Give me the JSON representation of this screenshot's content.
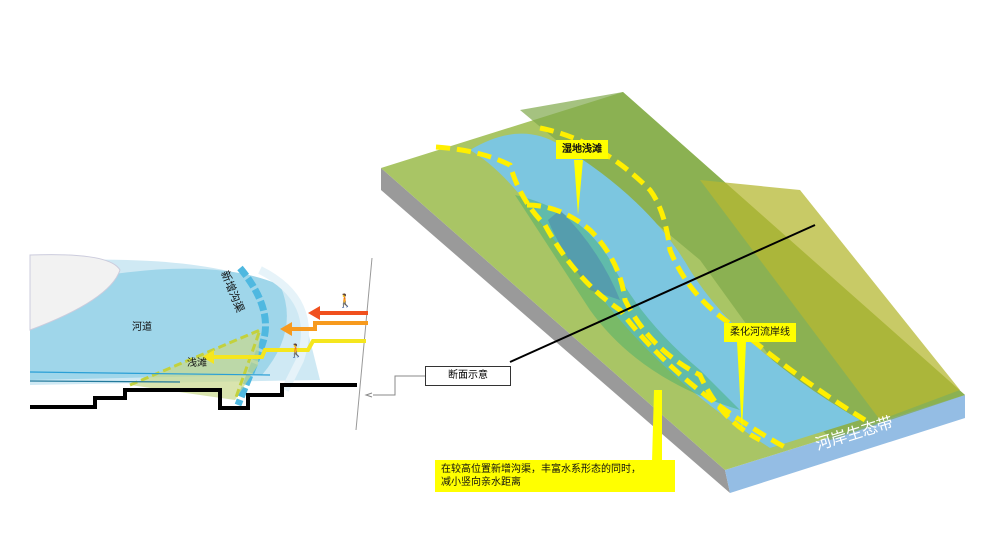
{
  "section": {
    "channel_label": "河道",
    "shoal_label": "浅滩",
    "ditch_label": "新增沟渠",
    "callout_label": "断面示意"
  },
  "block": {
    "wetland_label": "湿地浅滩",
    "soft_bank_label": "柔化河流岸线",
    "riparian_label": "河岸生态带",
    "note_lines": [
      "在较高位置新增沟渠，丰富水系形态的同时，",
      "减小竖向亲水距离"
    ]
  },
  "colors": {
    "highlight": "#ffff00",
    "water": "#7cc6e0",
    "grass": "#9cbf5a",
    "arrow_red": "#f0501e",
    "arrow_orange": "#f79a1e",
    "arrow_yellow": "#f5e61e"
  }
}
